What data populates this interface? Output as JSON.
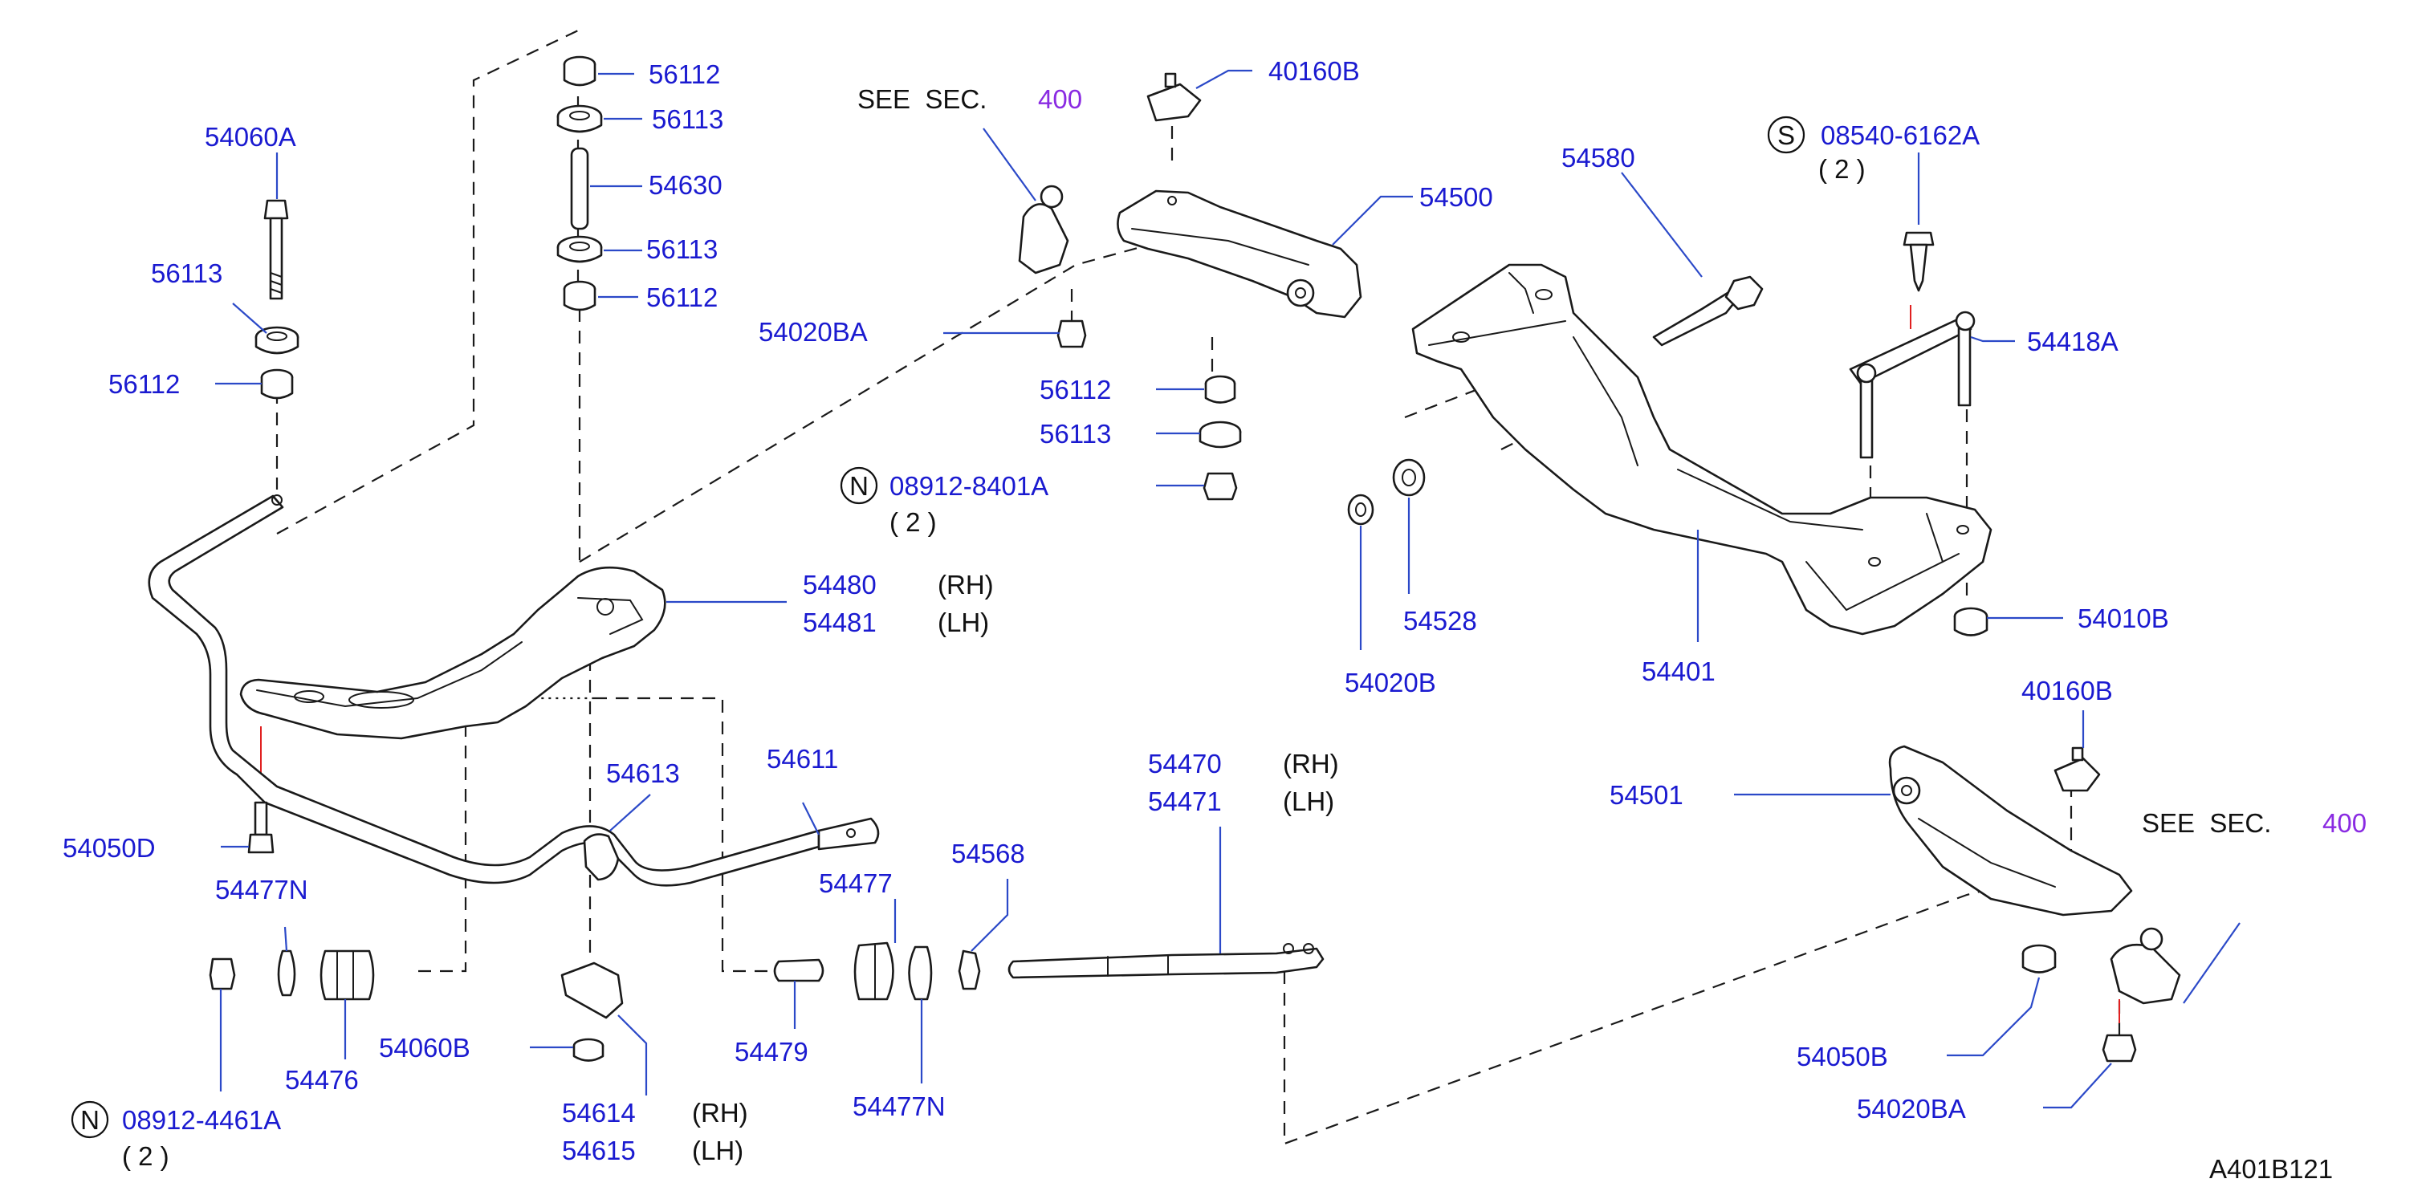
{
  "labels": {
    "p54060A": "54060A",
    "p56113_left": "56113",
    "p56112_left": "56112",
    "p56112_top1": "56112",
    "p56113_top1": "56113",
    "p54630": "54630",
    "p56113_top2": "56113",
    "p56112_top2": "56112",
    "p40160B_top": "40160B",
    "p54500": "54500",
    "p54020BA_top": "54020BA",
    "p56112_mid": "56112",
    "p56113_mid": "56113",
    "p08912_8401A": "08912-8401A",
    "p54480": "54480",
    "p54481": "54481",
    "p54580": "54580",
    "p08540_6162A": "08540-6162A",
    "p54418A": "54418A",
    "p54528": "54528",
    "p54020B": "54020B",
    "p54401": "54401",
    "p54010B": "54010B",
    "p40160B_right": "40160B",
    "p54501": "54501",
    "p54050D": "54050D",
    "p54613": "54613",
    "p54611": "54611",
    "p54470": "54470",
    "p54471": "54471",
    "p54568": "54568",
    "p54477": "54477",
    "p54477N_left": "54477N",
    "p54476": "54476",
    "p54060B": "54060B",
    "p54479": "54479",
    "p54477N_right": "54477N",
    "p54614": "54614",
    "p54615": "54615",
    "p08912_4461A": "08912-4461A",
    "p54050B": "54050B",
    "p54020BA_right": "54020BA"
  },
  "notes": {
    "rh": "(RH)",
    "lh": "(LH)",
    "qty2": "( 2 )",
    "see_sec": "SEE  SEC.",
    "sec_400": "400",
    "circle_n": "N",
    "circle_s": "S"
  },
  "diagram_code": "A401B121"
}
